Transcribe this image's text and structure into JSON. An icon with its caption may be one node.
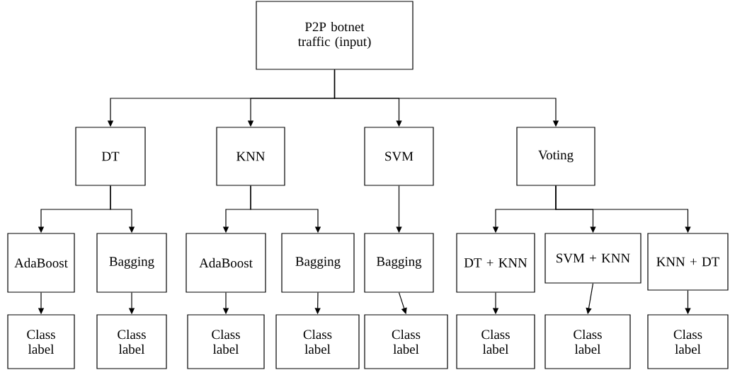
{
  "diagram": {
    "nodes": [
      {
        "text": [
          "P2P botnet traffic (input)"
        ]
      },
      {
        "text": [
          "DT"
        ]
      },
      {
        "text": [
          "KNN"
        ]
      },
      {
        "text": [
          "SVM"
        ]
      },
      {
        "text": [
          "Voting"
        ]
      },
      {
        "text": [
          "AdaBoost"
        ]
      },
      {
        "text": [
          "Bagging"
        ]
      },
      {
        "text": [
          "AdaBoost"
        ]
      },
      {
        "text": [
          "Bagging"
        ]
      },
      {
        "text": [
          "Bagging"
        ]
      },
      {
        "text": [
          "DT + KNN"
        ]
      },
      {
        "text": [
          "SVM + KNN"
        ]
      },
      {
        "text": [
          "KNN + DT"
        ]
      },
      {
        "text": [
          "Class label"
        ]
      },
      {
        "text": [
          "Class label"
        ]
      },
      {
        "text": [
          "Class label"
        ]
      },
      {
        "text": [
          "Class label"
        ]
      },
      {
        "text": [
          "Class label"
        ]
      },
      {
        "text": [
          "Class label"
        ]
      },
      {
        "text": [
          "Class label"
        ]
      },
      {
        "text": [
          "Class label"
        ]
      }
    ],
    "edges": [
      {
        "from": 0,
        "to": 1,
        "arrow": "to"
      },
      {
        "from": 0,
        "to": 2,
        "arrow": "to"
      },
      {
        "from": 0,
        "to": 3,
        "arrow": "to"
      },
      {
        "from": 0,
        "to": 4,
        "arrow": "to"
      },
      {
        "from": 1,
        "to": 5,
        "arrow": "to"
      },
      {
        "from": 1,
        "to": 6,
        "arrow": "to"
      },
      {
        "from": 2,
        "to": 7,
        "arrow": "to"
      },
      {
        "from": 2,
        "to": 8,
        "arrow": "to"
      },
      {
        "from": 3,
        "to": 9,
        "arrow": "to"
      },
      {
        "from": 4,
        "to": 10,
        "arrow": "to"
      },
      {
        "from": 4,
        "to": 11,
        "arrow": "to"
      },
      {
        "from": 4,
        "to": 12,
        "arrow": "to"
      },
      {
        "from": 5,
        "to": 13,
        "arrow": "to"
      },
      {
        "from": 6,
        "to": 14,
        "arrow": "to"
      },
      {
        "from": 7,
        "to": 15,
        "arrow": "to"
      },
      {
        "from": 8,
        "to": 16,
        "arrow": "to"
      },
      {
        "from": 9,
        "to": 17,
        "arrow": "to"
      },
      {
        "from": 10,
        "to": 18,
        "arrow": "to"
      },
      {
        "from": 11,
        "to": 19,
        "arrow": "to"
      },
      {
        "from": 12,
        "to": 20,
        "arrow": "to"
      }
    ]
  }
}
